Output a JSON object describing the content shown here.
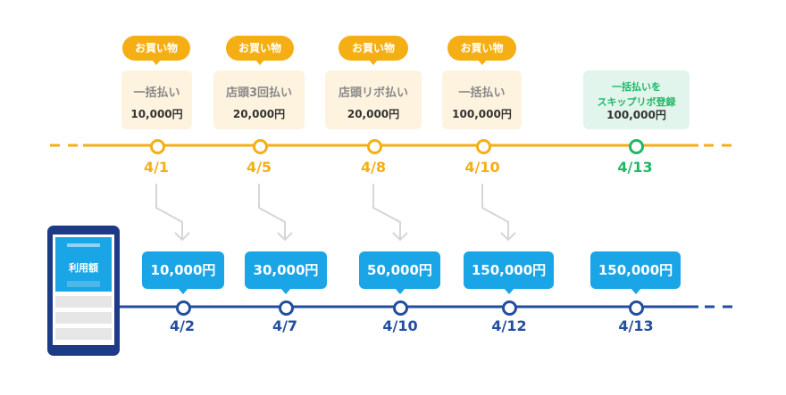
{
  "colors": {
    "purchase": "#f5ae14",
    "revolving": "#1fb766",
    "balance": "#1aa5e6",
    "usage_line": "#234ea0",
    "flow_arrow": "#d6d6d6"
  },
  "purchases": [
    {
      "tag": "お買い物",
      "method": "一括払い",
      "amount": "10,000円",
      "date": "4/1"
    },
    {
      "tag": "お買い物",
      "method": "店頭3回払い",
      "amount": "20,000円",
      "date": "4/5"
    },
    {
      "tag": "お買い物",
      "method": "店頭リボ払い",
      "amount": "20,000円",
      "date": "4/8"
    },
    {
      "tag": "お買い物",
      "method": "一括払い",
      "amount": "100,000円",
      "date": "4/10"
    }
  ],
  "skip_revolving": {
    "line1": "一括払いを",
    "line2": "スキップリボ登録",
    "amount": "100,000円",
    "date": "4/13"
  },
  "usage_balances": [
    {
      "amount": "10,000円",
      "date": "4/2"
    },
    {
      "amount": "30,000円",
      "date": "4/7"
    },
    {
      "amount": "50,000円",
      "date": "4/10"
    },
    {
      "amount": "150,000円",
      "date": "4/12"
    },
    {
      "amount": "150,000円",
      "date": "4/13"
    }
  ],
  "phone": {
    "screen_label": "利用額",
    "icon": "smartphone-icon"
  }
}
